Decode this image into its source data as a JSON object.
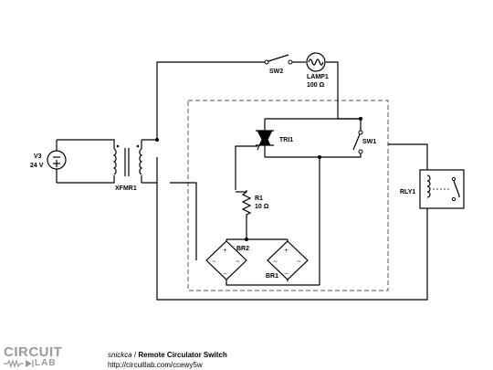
{
  "components": {
    "v3": {
      "name": "V3",
      "value": "24 V"
    },
    "xfmr1": {
      "name": "XFMR1"
    },
    "sw2": {
      "name": "SW2"
    },
    "lamp1": {
      "name": "LAMP1",
      "value": "100 Ω"
    },
    "tri1": {
      "name": "TRI1"
    },
    "sw1": {
      "name": "SW1"
    },
    "r1": {
      "name": "R1",
      "value": "10 Ω"
    },
    "br2": {
      "name": "BR2"
    },
    "br1": {
      "name": "BR1"
    },
    "rly1": {
      "name": "RLY1"
    }
  },
  "footer": {
    "logo_top": "CIRCUIT",
    "logo_bottom": "LAB",
    "author": "snickca",
    "separator": " / ",
    "title": "Remote Circulator Switch",
    "url": "http://circuitlab.com/ccewy5w"
  }
}
